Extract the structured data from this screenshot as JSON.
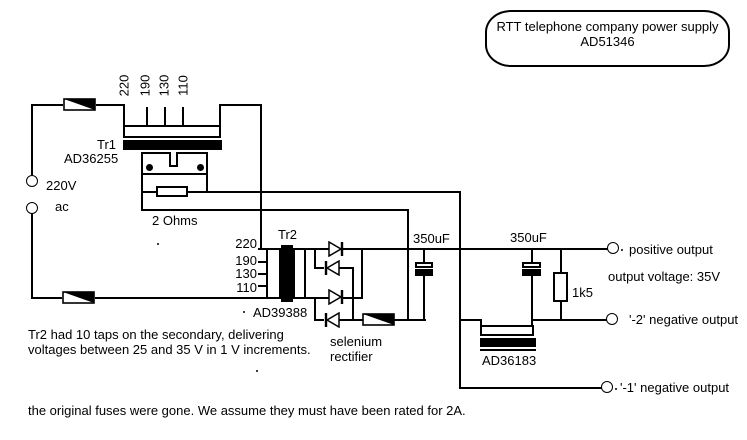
{
  "title_box": {
    "line1": "RTT telephone company power supply",
    "line2": "AD51346"
  },
  "mains": {
    "voltage": "220V",
    "ac_label": "ac"
  },
  "tr1": {
    "name": "Tr1",
    "part": "AD36255",
    "taps": [
      "220",
      "190",
      "130",
      "110"
    ]
  },
  "ballast_resistor": {
    "value": "2 Ohms"
  },
  "tr2": {
    "name": "Tr2",
    "part": "AD39388",
    "taps": [
      "220",
      "190",
      "130",
      "110"
    ]
  },
  "selenium_rectifier": {
    "line1": "selenium",
    "line2": "rectifier"
  },
  "capacitors": {
    "cap1": "350uF",
    "cap2": "350uF"
  },
  "bleeder_resistor": {
    "value": "1k5"
  },
  "choke": {
    "part": "AD36183"
  },
  "outputs": {
    "positive_label": "positive output",
    "voltage_note": "output voltage: 35V",
    "neg2_label": "'-2' negative output",
    "neg1_label": "'-1' negative output"
  },
  "notes": {
    "tr2_line1": "Tr2 had 10 taps on the secondary, delivering",
    "tr2_line2": "voltages between 25 and 35 V in 1 V increments.",
    "fuses": "the original fuses were gone. We assume they must have been rated for 2A."
  },
  "colors": {
    "ink": "#000000",
    "paper": "#ffffff"
  }
}
